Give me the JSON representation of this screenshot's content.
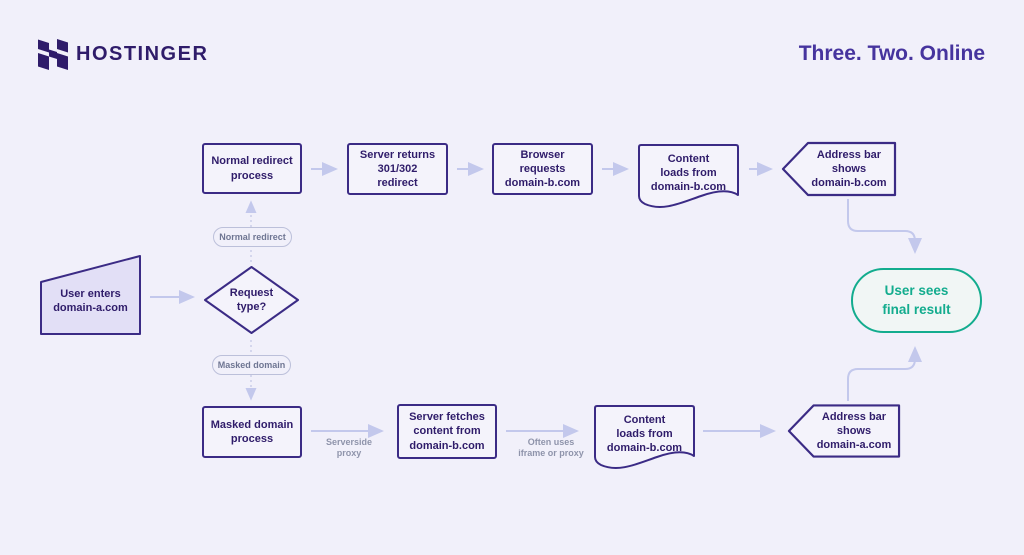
{
  "header": {
    "brand": "HOSTINGER",
    "tagline": "Three. Two. Online"
  },
  "diagram": {
    "start": "User enters\ndomain-a.com",
    "decision": "Request\ntype?",
    "branch_top": "Normal redirect",
    "branch_bottom": "Masked domain",
    "top_row": {
      "step1": "Normal redirect\nprocess",
      "step2": "Server returns\n301/302\nredirect",
      "step3": "Browser\nrequests\ndomain-b.com",
      "step4": "Content\nloads from\ndomain-b.com",
      "step5": "Address bar\nshows\ndomain-b.com"
    },
    "bottom_row": {
      "step1": "Masked domain\nprocess",
      "step2": "Server fetches\ncontent from\ndomain-b.com",
      "step3": "Content\nloads from\ndomain-b.com",
      "step4": "Address bar\nshows\ndomain-a.com",
      "edge1": "Serverside\nproxy",
      "edge2": "Often uses\niframe or proxy"
    },
    "end": "User sees\nfinal result"
  },
  "colors": {
    "background": "#f1f0fa",
    "brand_dark": "#2f1c6a",
    "node_border": "#3b2b85",
    "input_fill": "#e2dff6",
    "arrow": "#c3c8ec",
    "pill_border": "#bcc0da",
    "pill_text": "#6f7693",
    "muted_label": "#8f94ab",
    "accent_green": "#13ac8e",
    "tagline_purple": "#46349e"
  }
}
